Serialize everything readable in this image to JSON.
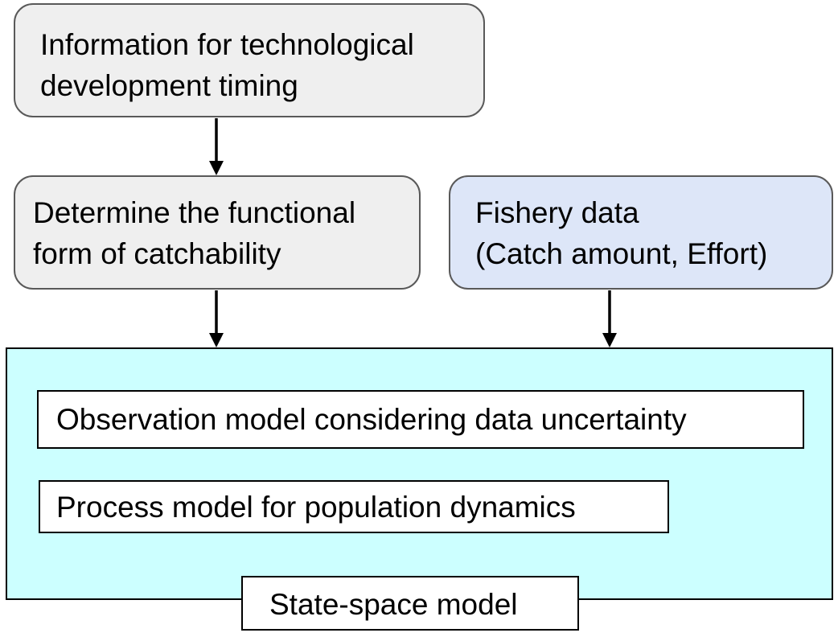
{
  "diagram": {
    "tech_info": {
      "lines": [
        "Information for technological",
        "development timing"
      ]
    },
    "functional_form": {
      "lines": [
        "Determine the functional",
        "form of catchability"
      ]
    },
    "fishery_data": {
      "lines": [
        "Fishery data",
        "(Catch amount, Effort)"
      ]
    },
    "state_space_model": {
      "observation_model": "Observation model considering data uncertainty",
      "process_model": "Process model for population dynamics",
      "title": "State-space model"
    }
  },
  "colors": {
    "grey_box_fill": "#efefef",
    "blue_box_fill": "#dde6f8",
    "model_fill": "#ccffff",
    "box_border": "#595959"
  }
}
